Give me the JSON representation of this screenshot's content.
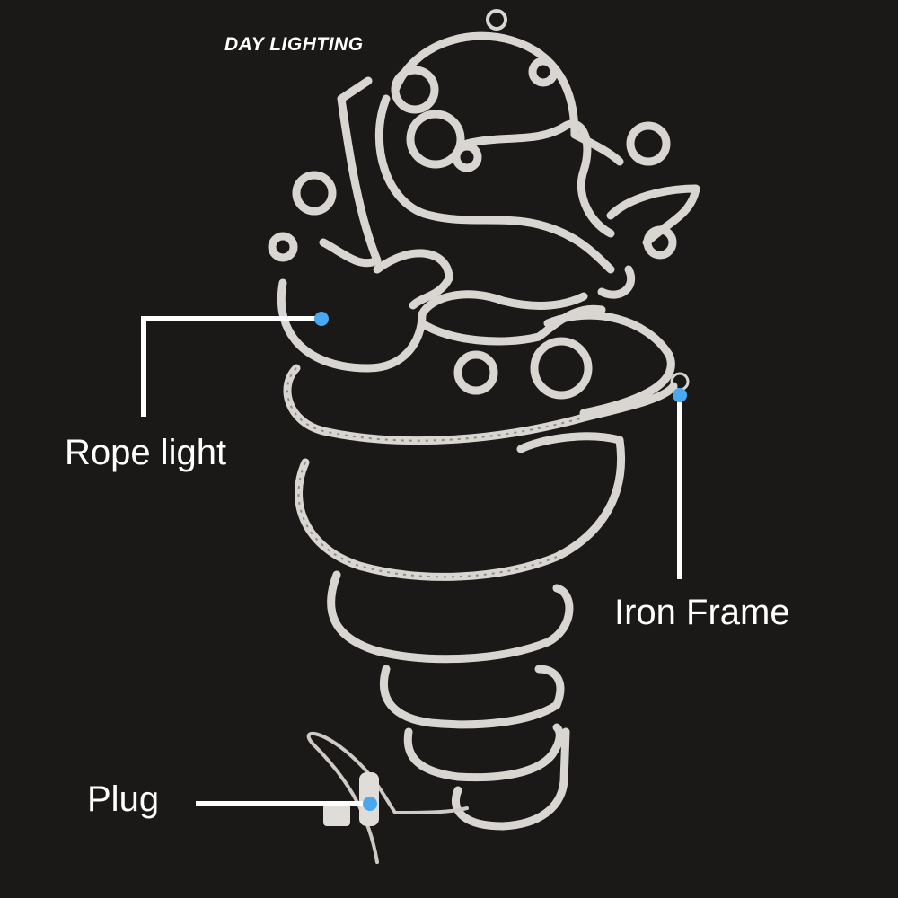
{
  "title": "DAY LIGHTING",
  "callouts": {
    "rope_light": "Rope light",
    "iron_frame": "Iron Frame",
    "plug": "Plug"
  },
  "colors": {
    "dot": "#4aa8f0",
    "background": "#1b1918",
    "rope": "#d9d6d2"
  }
}
